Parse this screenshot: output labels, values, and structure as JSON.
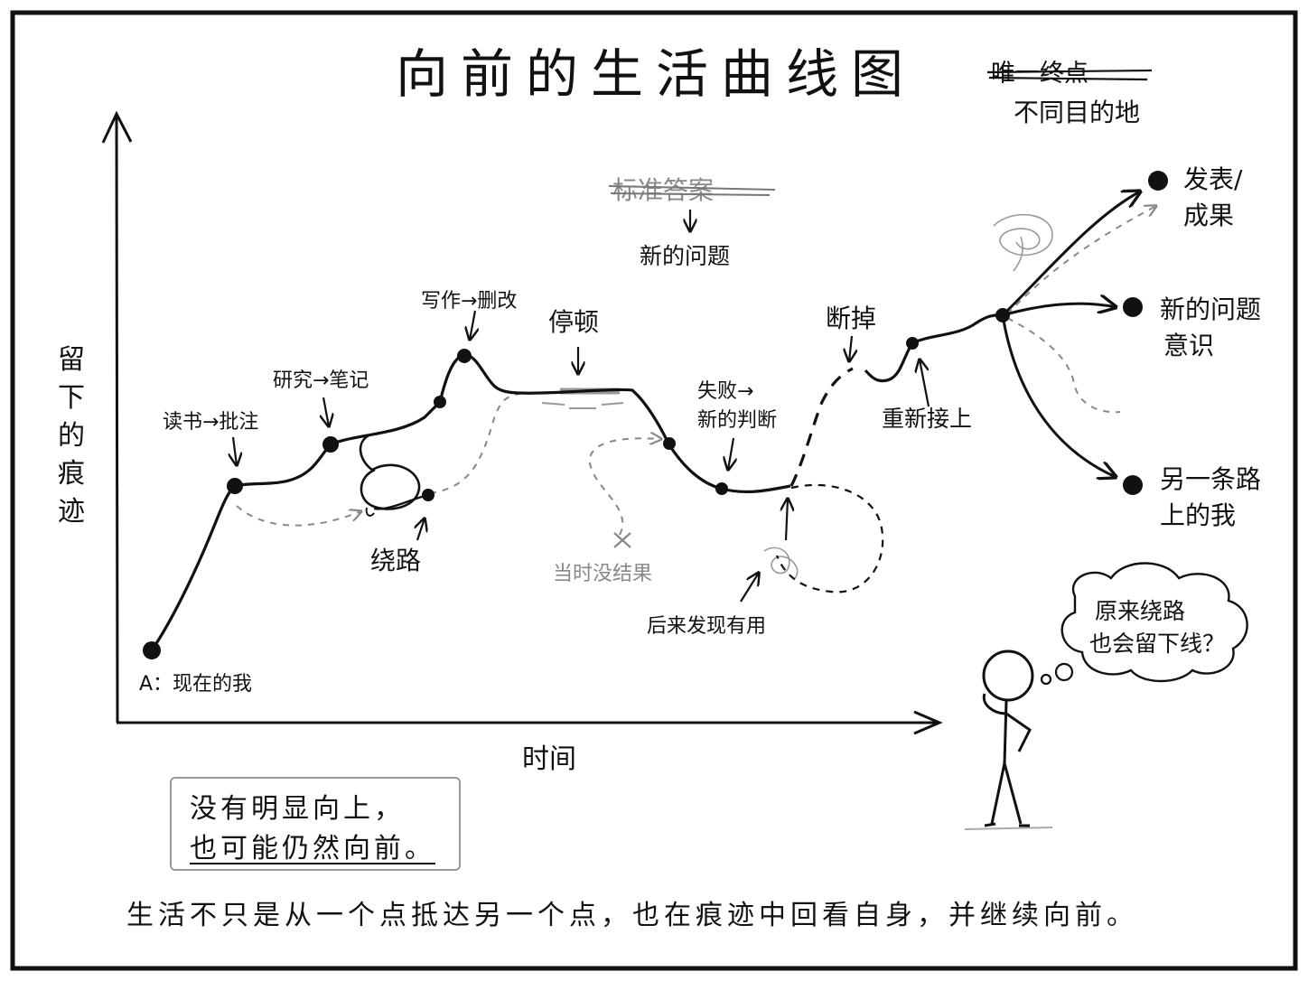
{
  "title": "向前的生活曲线图",
  "top_right": {
    "struck_text": "唯一终点",
    "replacement": "不同目的地"
  },
  "axes": {
    "y_label": [
      "留",
      "下",
      "的",
      "痕",
      "迹"
    ],
    "x_label": "时间"
  },
  "path_labels": {
    "start": "A：现在的我",
    "reading": "读书→批注",
    "research": "研究→笔记",
    "writing": "写作→删改",
    "detour": "绕路",
    "pause": "停顿",
    "standard_answer_struck": "标准答案",
    "new_question": "新的问题",
    "no_result": "当时没结果",
    "later_useful": "后来发现有用",
    "failure_line1": "失败→",
    "failure_line2": "新的判断",
    "broken": "断掉",
    "reconnect": "重新接上"
  },
  "destinations": [
    {
      "lines": [
        "发表/",
        "成果"
      ]
    },
    {
      "lines": [
        "新的问题",
        "意识"
      ]
    },
    {
      "lines": [
        "另一条路",
        "上的我"
      ]
    }
  ],
  "thought_bubble": [
    "原来绕路",
    "也会留下线？"
  ],
  "note_box": [
    "没有明显向上，",
    "也可能仍然向前。"
  ],
  "caption": "生活不只是从一个点抵达另一个点，也在痕迹中回看自身，并继续向前。"
}
